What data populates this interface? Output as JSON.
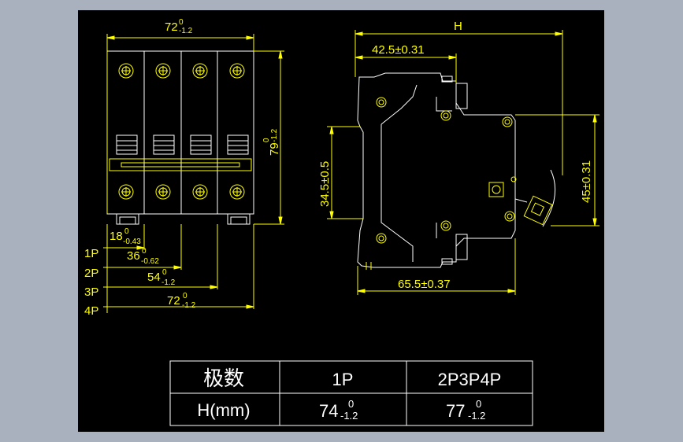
{
  "front_view": {
    "width_top": {
      "main": "72",
      "sup": "0",
      "sub": "-1.2"
    },
    "height_side": {
      "main": "79",
      "sup": "0",
      "sub": "-1.2"
    },
    "dim_1p": {
      "main": "18",
      "sup": "0",
      "sub": "-0.43"
    },
    "dim_2p": {
      "main": "36",
      "sup": "0",
      "sub": "-0.62"
    },
    "dim_3p": {
      "main": "54",
      "sup": "0",
      "sub": "-1.2"
    },
    "dim_4p": {
      "main": "72",
      "sup": "0",
      "sub": "-1.2"
    },
    "pole_labels": [
      "1P",
      "2P",
      "3P",
      "4P"
    ]
  },
  "side_view": {
    "overall": "H",
    "top_dim": "42.5±0.31",
    "left_dim": "34.5±0.5",
    "right_dim": "45±0.31",
    "bottom_dim": "65.5±0.37"
  },
  "table": {
    "header": [
      "极数",
      "1P",
      "2P3P4P"
    ],
    "row_label": "H(mm)",
    "row_values": [
      {
        "main": "74",
        "sup": "0",
        "sub": "-1.2"
      },
      {
        "main": "77",
        "sup": "0",
        "sub": "-1.2"
      }
    ]
  }
}
